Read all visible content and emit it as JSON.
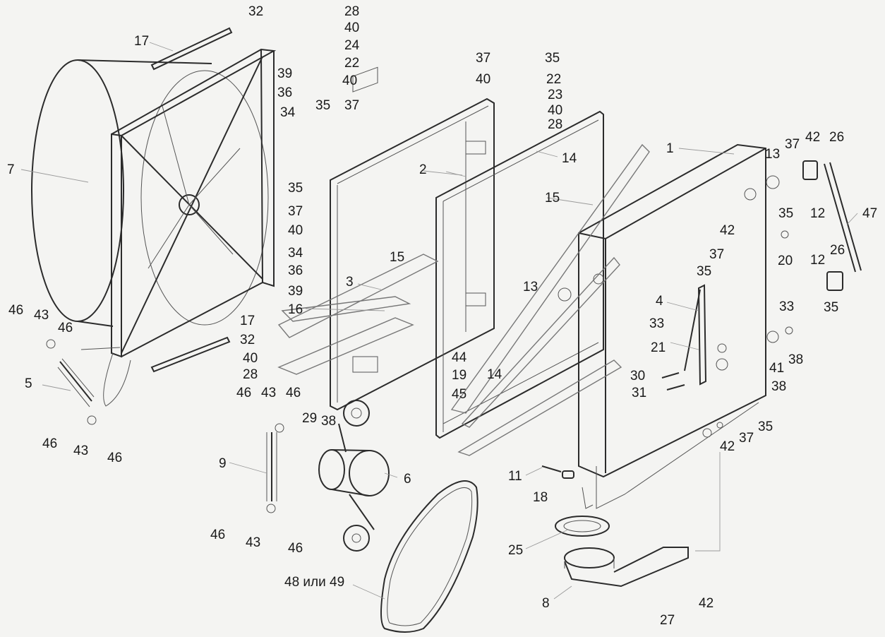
{
  "labels": {
    "l32a": "32",
    "l28a": "28",
    "l40a": "40",
    "l24": "24",
    "l22a": "22",
    "l40b": "40",
    "l17a": "17",
    "l39a": "39",
    "l36a": "36",
    "l34a": "34",
    "l35a": "35",
    "l37a": "37",
    "l37b": "37",
    "l35b": "35",
    "l40c": "40",
    "l22b": "22",
    "l23": "23",
    "l40d": "40",
    "l28b": "28",
    "l7": "7",
    "l2": "2",
    "l14a": "14",
    "l1": "1",
    "l13a": "13",
    "l37c": "37",
    "l42a": "42",
    "l26a": "26",
    "l15a": "15",
    "l35c": "35",
    "l37d": "37",
    "l40e": "40",
    "l34b": "34",
    "l36b": "36",
    "l39b": "39",
    "l15b": "15",
    "l3": "3",
    "l16": "16",
    "l35d": "35",
    "l12a": "12",
    "l47": "47",
    "l42b": "42",
    "l20": "20",
    "l12b": "12",
    "l26b": "26",
    "l37e": "37",
    "l35e": "35",
    "l13b": "13",
    "l35f": "35",
    "l4": "4",
    "l33a": "33",
    "l33b": "33",
    "l21": "21",
    "l41": "41",
    "l38a": "38",
    "l38b": "38",
    "l46a": "46",
    "l43a": "43",
    "l46b": "46",
    "l17b": "17",
    "l32b": "32",
    "l40f": "40",
    "l28c": "28",
    "l5": "5",
    "l44": "44",
    "l19": "19",
    "l45": "45",
    "l14b": "14",
    "l30": "30",
    "l31": "31",
    "l46c": "46",
    "l43b": "43",
    "l46d": "46",
    "l29": "29",
    "l38c": "38",
    "l35g": "35",
    "l37f": "37",
    "l42c": "42",
    "l46e": "46",
    "l43c": "43",
    "l46f": "46",
    "l9": "9",
    "l6": "6",
    "l11": "11",
    "l18": "18",
    "l46g": "46",
    "l43d": "43",
    "l46h": "46",
    "l25": "25",
    "l48": "48 или 49",
    "l8": "8",
    "l27": "27",
    "l42d": "42"
  }
}
